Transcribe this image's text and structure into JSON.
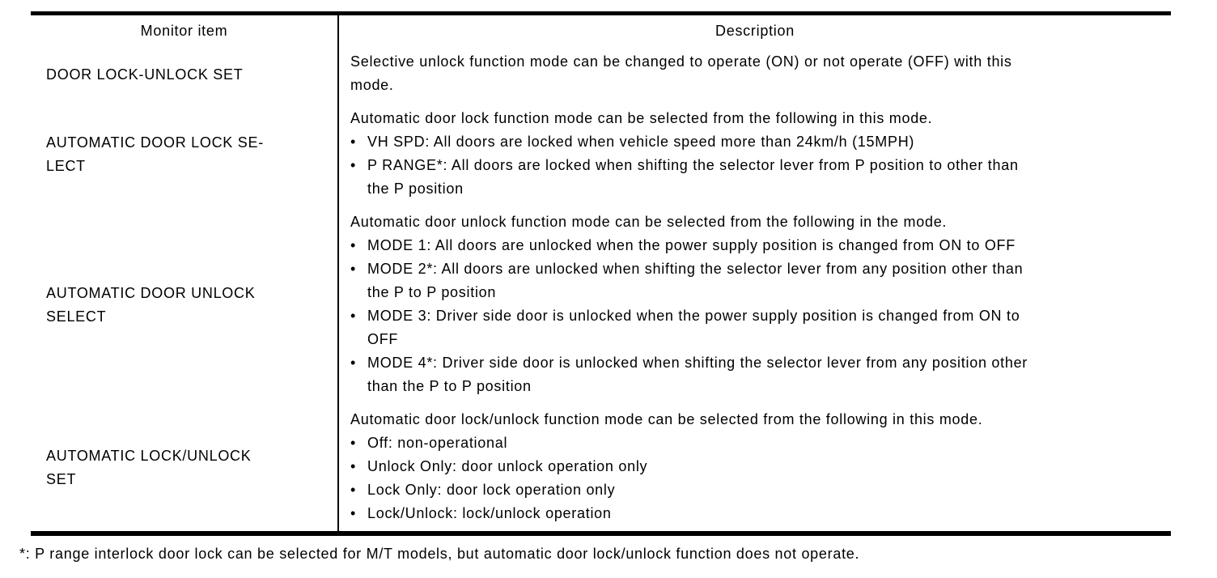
{
  "table": {
    "headers": {
      "monitor_item": "Monitor item",
      "description": "Description"
    },
    "rows": [
      {
        "item": "DOOR LOCK-UNLOCK SET",
        "intro": "Selective unlock function mode can be changed to operate (ON) or not operate (OFF) with this\nmode.",
        "bullets": []
      },
      {
        "item": "AUTOMATIC DOOR LOCK SE-\nLECT",
        "intro": "Automatic door lock function mode can be selected from the following in this mode.",
        "bullets": [
          "VH SPD: All doors are locked when vehicle speed more than 24km/h (15MPH)",
          "P RANGE*: All doors are locked when shifting the selector lever from P position to other than\nthe P position"
        ]
      },
      {
        "item": "AUTOMATIC DOOR UNLOCK\nSELECT",
        "intro": "Automatic door unlock function mode can be selected from the following in the mode.",
        "bullets": [
          "MODE 1: All doors are unlocked when the power supply position is changed from ON to OFF",
          "MODE 2*: All doors are unlocked when shifting the selector lever from any position other than\nthe P to P position",
          "MODE 3: Driver side door is unlocked when the power supply position is changed from ON to\nOFF",
          "MODE 4*: Driver side door is unlocked when shifting the selector lever from any position other\nthan the P to P position"
        ]
      },
      {
        "item": "AUTOMATIC LOCK/UNLOCK\nSET",
        "intro": "Automatic door lock/unlock function mode can be selected from the following in this mode.",
        "bullets": [
          "Off: non-operational",
          "Unlock Only: door unlock operation only",
          "Lock Only: door lock operation only",
          "Lock/Unlock: lock/unlock operation"
        ]
      }
    ],
    "footnote": "*: P range interlock door lock can be selected for M/T models, but automatic door lock/unlock function does not operate.",
    "bullet_char": "•",
    "colors": {
      "text": "#000000",
      "border": "#000000",
      "background": "#ffffff"
    }
  }
}
